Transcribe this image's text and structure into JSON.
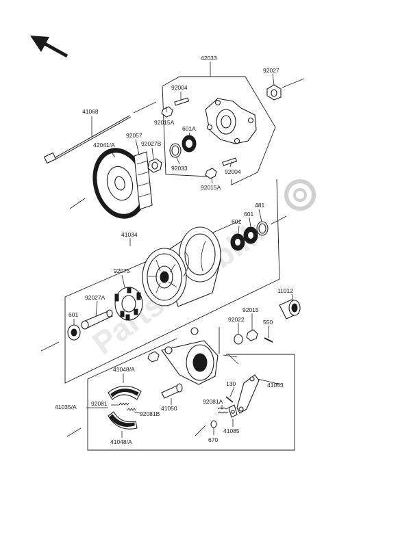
{
  "parts": [
    {
      "key": "p42033",
      "label": "42033"
    },
    {
      "key": "p92027",
      "label": "92027"
    },
    {
      "key": "p92004a",
      "label": "92004"
    },
    {
      "key": "p41068",
      "label": "41068"
    },
    {
      "key": "p92015a1",
      "label": "92015A"
    },
    {
      "key": "p601a",
      "label": "601A"
    },
    {
      "key": "p42041a",
      "label": "42041/A"
    },
    {
      "key": "p92057",
      "label": "92057"
    },
    {
      "key": "p92027b",
      "label": "92027B"
    },
    {
      "key": "p92033",
      "label": "92033"
    },
    {
      "key": "p92004b",
      "label": "92004"
    },
    {
      "key": "p92015a2",
      "label": "92015A"
    },
    {
      "key": "p481",
      "label": "481"
    },
    {
      "key": "p601_1",
      "label": "601"
    },
    {
      "key": "p601_2",
      "label": "601"
    },
    {
      "key": "p41034",
      "label": "41034"
    },
    {
      "key": "p92075",
      "label": "92075"
    },
    {
      "key": "p92027a",
      "label": "92027A"
    },
    {
      "key": "p11012",
      "label": "11012"
    },
    {
      "key": "p601_3",
      "label": "601"
    },
    {
      "key": "p92022",
      "label": "92022"
    },
    {
      "key": "p92015",
      "label": "92015"
    },
    {
      "key": "p550",
      "label": "550"
    },
    {
      "key": "p41048a1",
      "label": "41048/A"
    },
    {
      "key": "p130",
      "label": "130"
    },
    {
      "key": "p41053",
      "label": "41053"
    },
    {
      "key": "p41035a",
      "label": "41035/A"
    },
    {
      "key": "p92081",
      "label": "92081"
    },
    {
      "key": "p92081b",
      "label": "92081B"
    },
    {
      "key": "p41050",
      "label": "41050"
    },
    {
      "key": "p92081a",
      "label": "92081A"
    },
    {
      "key": "p41085",
      "label": "41085"
    },
    {
      "key": "p670",
      "label": "670"
    },
    {
      "key": "p41048a2",
      "label": "41048/A"
    }
  ],
  "watermark": "Partsrepublik",
  "colors": {
    "ink": "#1a1a1a",
    "watermark": "#d8d8d8",
    "background": "#ffffff"
  },
  "icons": [
    "direction-arrow-icon",
    "gear-watermark-icon"
  ]
}
